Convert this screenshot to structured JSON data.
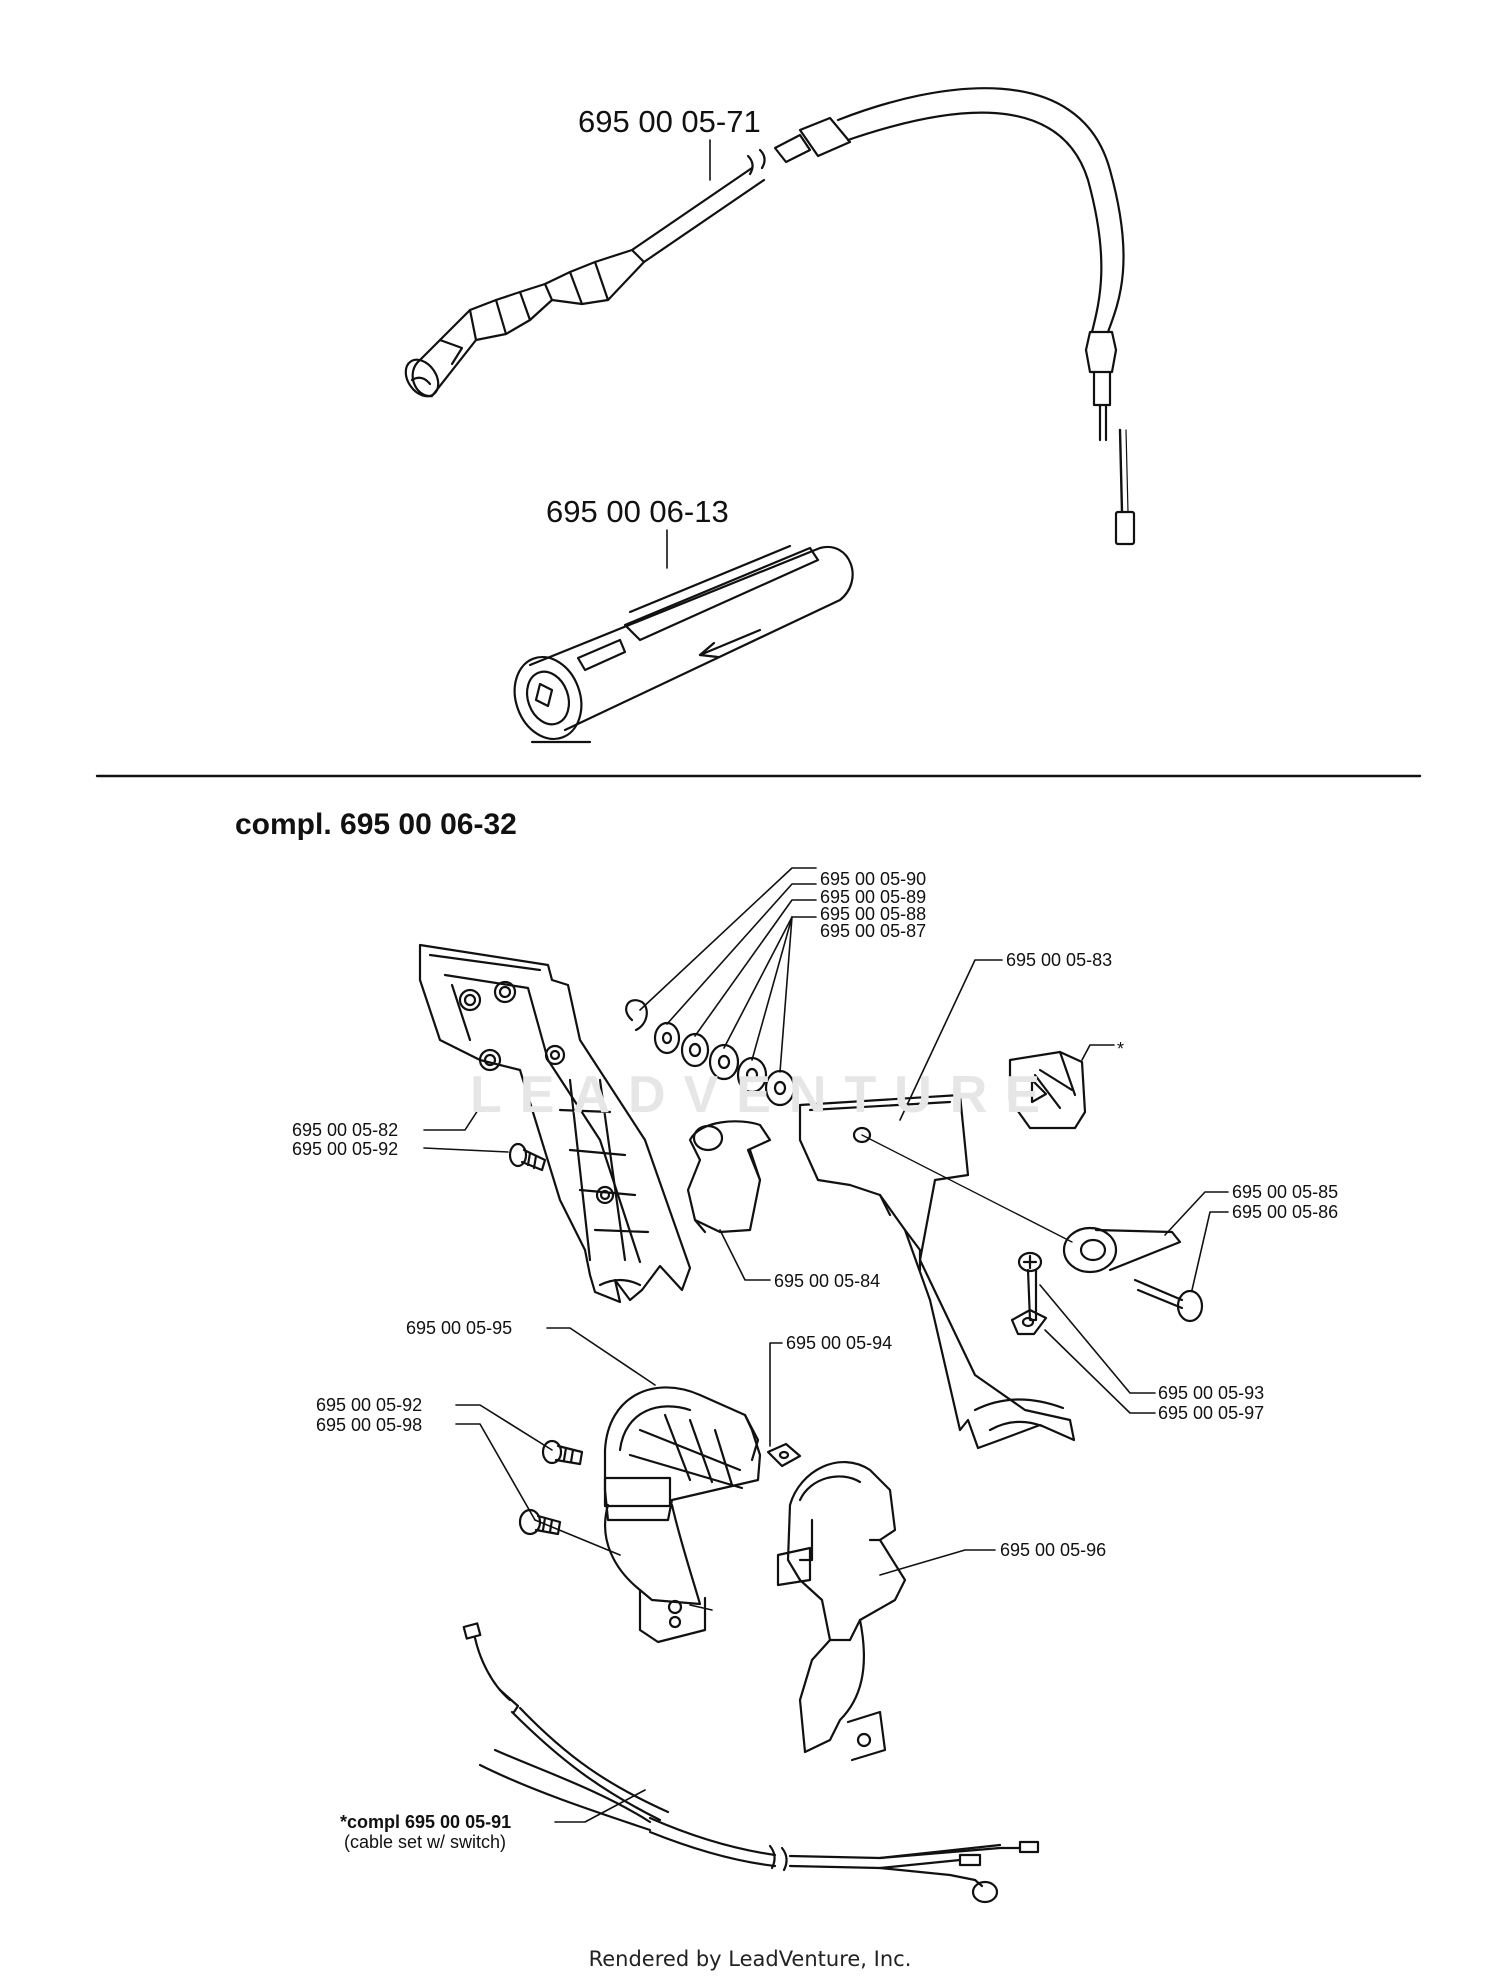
{
  "labels": {
    "cable": "695 00 05-71",
    "sleeve": "695 00 06-13",
    "complete": "compl. 695 00 06-32",
    "p90": "695 00 05-90",
    "p89": "695 00 05-89",
    "p88": "695 00 05-88",
    "p87": "695 00 05-87",
    "p83": "695 00 05-83",
    "asterisk": "*",
    "p82": "695 00 05-82",
    "p92a": "695 00 05-92",
    "p85": "695 00 05-85",
    "p86": "695 00 05-86",
    "p84": "695 00 05-84",
    "p95": "695 00 05-95",
    "p94": "695 00 05-94",
    "p93": "695 00 05-93",
    "p97": "695 00 05-97",
    "p92b": "695 00 05-92",
    "p98": "695 00 05-98",
    "p96": "695 00 05-96",
    "p91": "*compl 695 00 05-91",
    "p91_note": "(cable set w/ switch)"
  },
  "watermark": "LEADVENTURE",
  "footer": "Rendered by LeadVenture, Inc."
}
